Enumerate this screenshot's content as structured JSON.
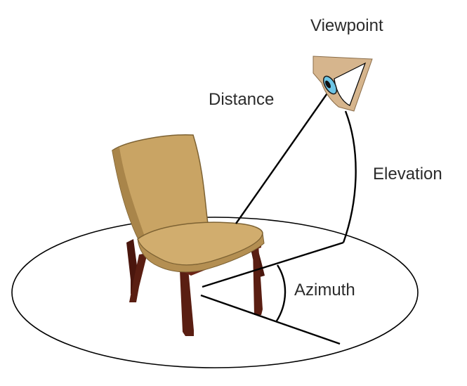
{
  "labels": {
    "viewpoint": "Viewpoint",
    "distance": "Distance",
    "elevation": "Elevation",
    "azimuth": "Azimuth"
  },
  "colors": {
    "line": "#000000",
    "text": "#2b2b2b",
    "camera": "#d2b48c",
    "eye": "#6ec6e6",
    "chair_fabric": "#c9a464",
    "chair_wood": "#5a1e12"
  },
  "objects": {
    "object": "chair",
    "camera_icon": "eye-camera-icon"
  }
}
